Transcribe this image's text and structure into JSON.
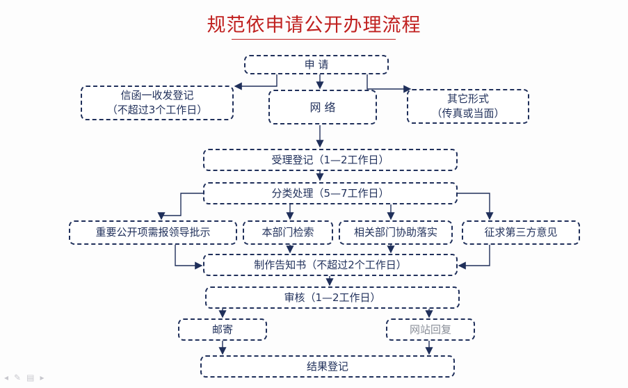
{
  "title": "规范依申请公开办理流程",
  "nodes": {
    "apply": "申 请",
    "letter_1": "信函一收发登记",
    "letter_2": "（不超过3个工作日）",
    "network": "网 络",
    "other_1": "其它形式",
    "other_2": "（传真或当面）",
    "accept": "受理登记（1—2工作日）",
    "classify": "分类处理（5—7工作日）",
    "leader": "重要公开项需报领导批示",
    "search": "本部门检索",
    "assist": "相关部门协助落实",
    "third": "征求第三方意见",
    "notice": "制作告知书（不超过2个工作日）",
    "review": "审核（1—2工作日）",
    "mail": "邮寄",
    "web_reply": "网站回复",
    "result": "结果登记"
  }
}
